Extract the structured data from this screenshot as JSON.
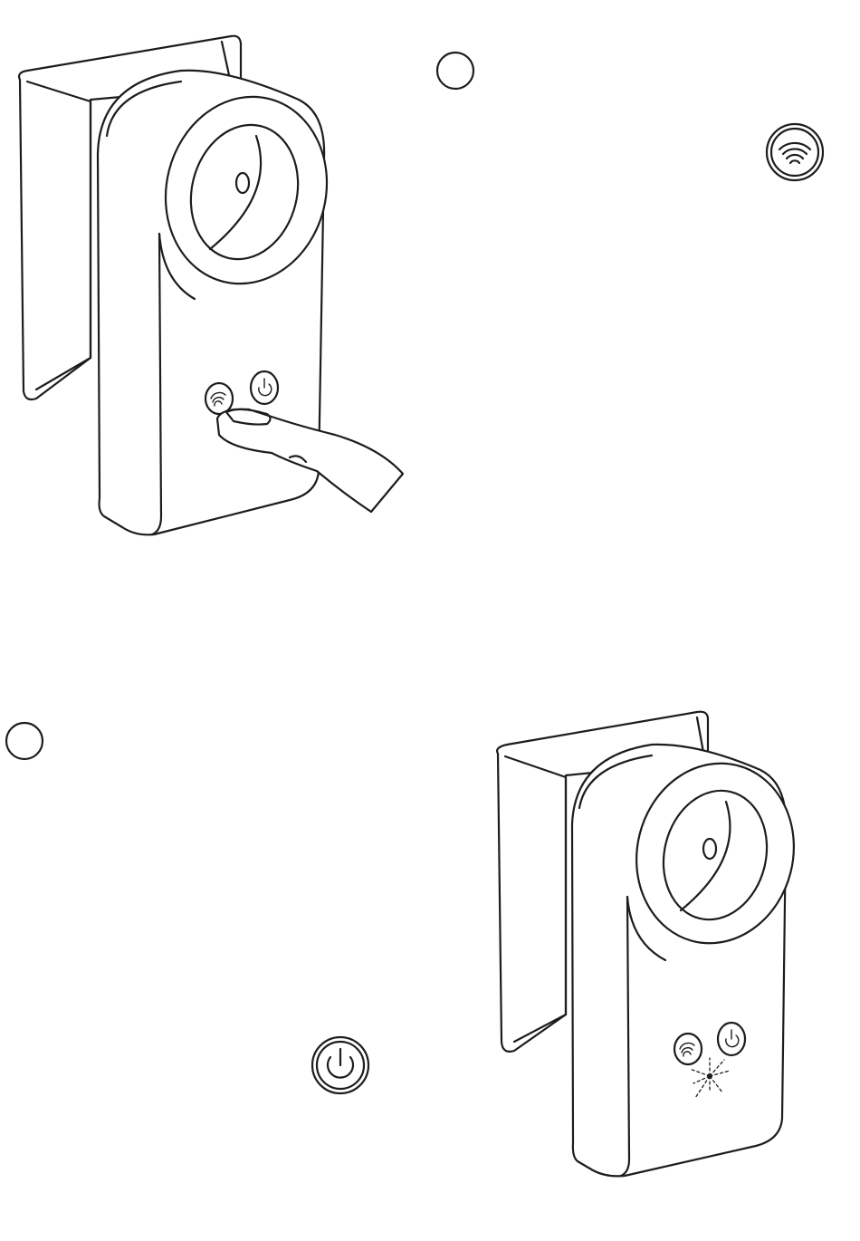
{
  "steps": [
    {
      "marker": "",
      "action": "press-wps-button",
      "icon": "wifi-icon",
      "device_buttons": [
        "wifi-button",
        "power-button"
      ]
    },
    {
      "marker": "",
      "action": "led-blinking",
      "icon": "power-icon",
      "device_buttons": [
        "wifi-button",
        "power-button"
      ]
    }
  ],
  "colors": {
    "line": "#1d1d1b",
    "background": "#ffffff"
  }
}
